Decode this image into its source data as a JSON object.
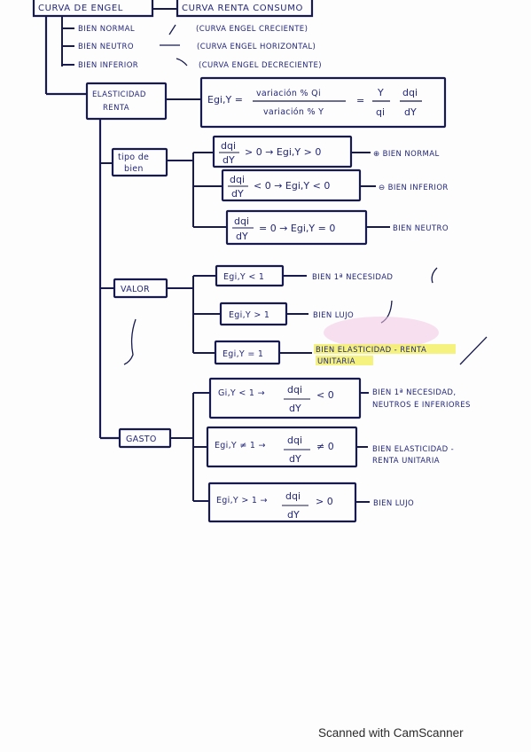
{
  "top": {
    "curva_de_engel": "CURVA DE ENGEL",
    "curva_renta_consumo": "CURVA RENTA CONSUMO"
  },
  "bien_list": [
    {
      "label": "BIEN NORMAL",
      "desc": "(CURVA ENGEL CRECIENTE)"
    },
    {
      "label": "BIEN NEUTRO",
      "desc": "(CURVA ENGEL HORIZONTAL)"
    },
    {
      "label": "BIEN INFERIOR",
      "desc": "(CURVA ENGEL DECRECIENTE)"
    }
  ],
  "elasticidad": {
    "label_line1": "ELASTICIDAD",
    "label_line2": "RENTA",
    "formula_lhs": "Egi,Y =",
    "formula_num": "variación % Qi",
    "formula_den": "variación % Y",
    "formula_eq": "=",
    "frac1_num": "Y",
    "frac1_den": "qi",
    "frac2_num": "dqi",
    "frac2_den": "dY"
  },
  "tipo_de_bien": {
    "label_line1": "tipo de",
    "label_line2": "bien",
    "rows": [
      {
        "num": "dqi",
        "den": "dY",
        "rel": "> 0 → Egi,Y > 0",
        "result": "⊕ BIEN NORMAL"
      },
      {
        "num": "dqi",
        "den": "dY",
        "rel": "< 0 → Egi,Y < 0",
        "result": "⊖ BIEN INFERIOR"
      },
      {
        "num": "dqi",
        "den": "dY",
        "rel": "= 0 → Egi,Y = 0",
        "result": "BIEN NEUTRO"
      }
    ]
  },
  "valor": {
    "label": "VALOR",
    "rows": [
      {
        "box": "Egi,Y < 1",
        "result": "BIEN 1ª NECESIDAD"
      },
      {
        "box": "Egi,Y > 1",
        "result": "BIEN LUJO"
      },
      {
        "box": "Egi,Y = 1",
        "result_line1": "BIEN ELASTICIDAD - RENTA",
        "result_line2": "UNITARIA"
      }
    ]
  },
  "gasto": {
    "label": "GASTO",
    "rows": [
      {
        "lhs": "Gi,Y < 1 →",
        "num": "dqi",
        "den": "dY",
        "rel": "< 0",
        "result_line1": "BIEN 1ª NECESIDAD,",
        "result_line2": "NEUTROS E INFERIORES"
      },
      {
        "lhs": "Egi,Y ≠ 1 →",
        "num": "dqi",
        "den": "dY",
        "rel": "≠ 0",
        "result_line1": "BIEN ELASTICIDAD -",
        "result_line2": "RENTA UNITARIA"
      },
      {
        "lhs": "Egi,Y > 1 →",
        "num": "dqi",
        "den": "dY",
        "rel": "> 0",
        "result_line1": "BIEN LUJO",
        "result_line2": ""
      }
    ]
  },
  "footer": "Scanned with CamScanner",
  "colors": {
    "ink": "#161a4e",
    "text": "#23277a",
    "highlight": "#f4f06a",
    "pink": "#f2c6e6"
  }
}
